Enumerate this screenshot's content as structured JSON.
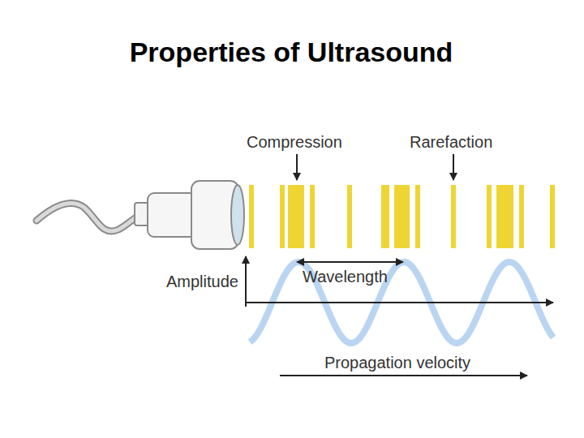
{
  "diagram": {
    "title": "Properties of Ultrasound",
    "labels": [
      "Compression",
      "Rarefaction",
      "Amplitude",
      "Wavelength",
      "Propagation velocity"
    ]
  }
}
